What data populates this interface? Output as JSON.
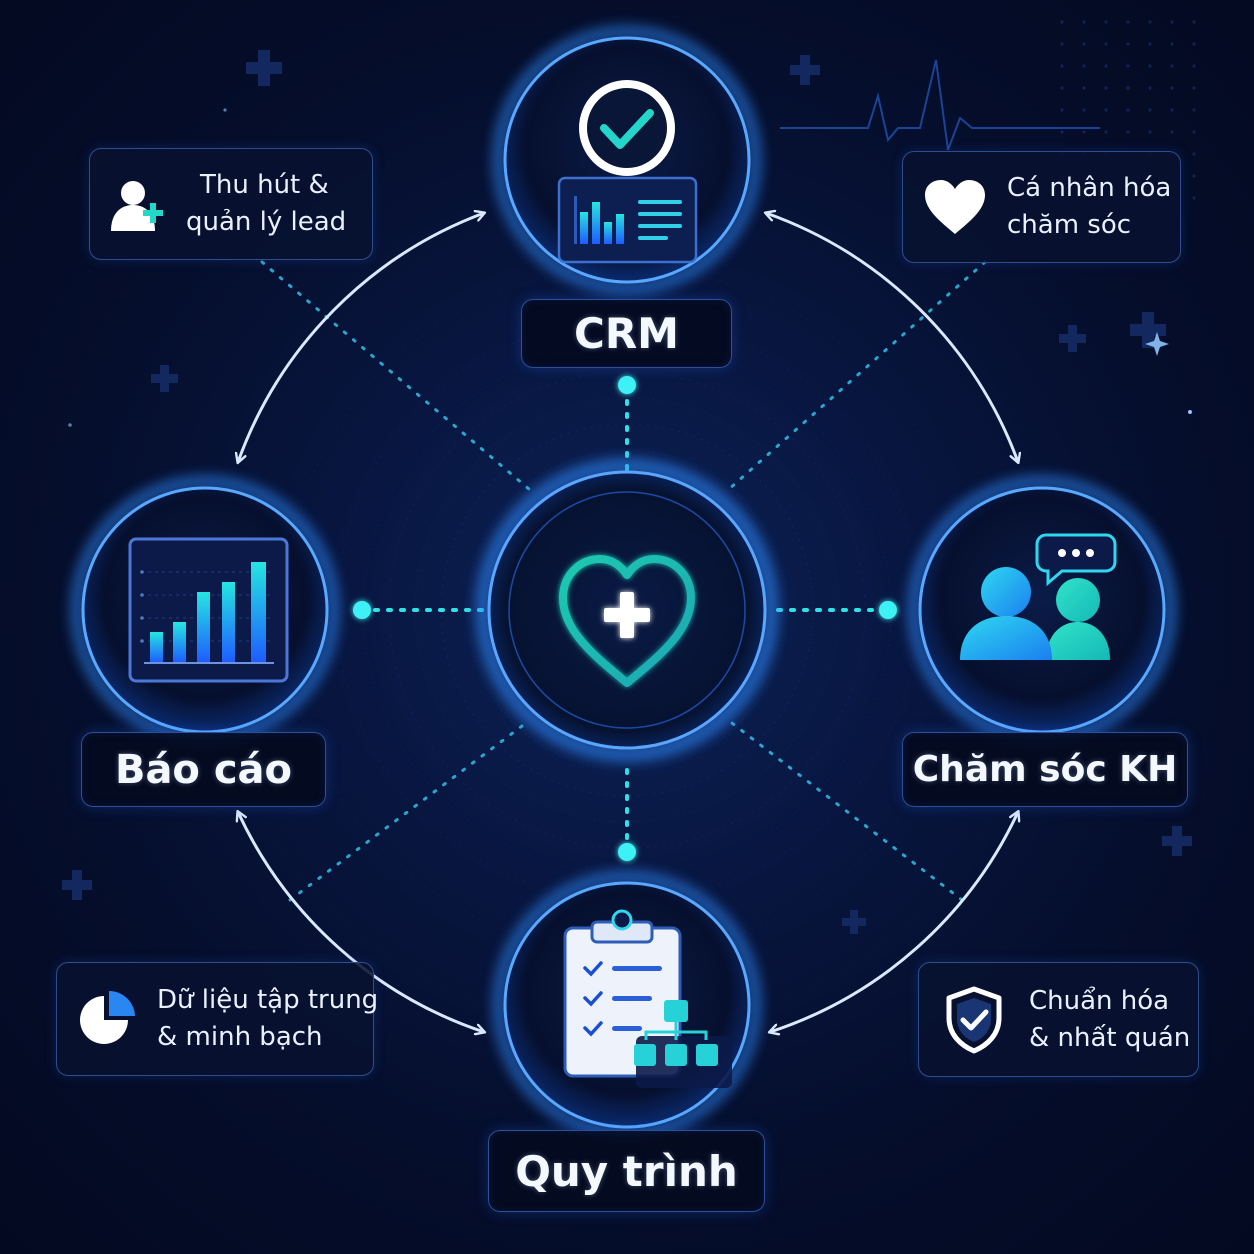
{
  "center": {
    "icon": "heart-plus-icon"
  },
  "nodes": {
    "crm": {
      "label": "CRM",
      "icon": "crm-dashboard-check-icon"
    },
    "reports": {
      "label": "Báo cáo",
      "icon": "bar-chart-icon"
    },
    "customer_care": {
      "label": "Chăm sóc KH",
      "icon": "customers-chat-icon"
    },
    "process": {
      "label": "Quy trình",
      "icon": "checklist-flowchart-icon"
    }
  },
  "benefits": {
    "leads": {
      "line1": "Thu hút &",
      "line2": "quản lý lead",
      "icon": "add-user-icon"
    },
    "personalize": {
      "line1": "Cá nhân hóa",
      "line2": "chăm sóc",
      "icon": "heart-icon"
    },
    "data": {
      "line1": "Dữ liệu tập trung",
      "line2": "& minh bạch",
      "icon": "pie-chart-icon"
    },
    "standardize": {
      "line1": "Chuẩn hóa",
      "line2": "& nhất quán",
      "icon": "shield-check-icon"
    }
  },
  "colors": {
    "background": "#050c24",
    "glow": "#2f8bff",
    "accent_cyan": "#22e0d8",
    "accent_teal": "#19c9a7",
    "label_border": "#2c4f96"
  }
}
